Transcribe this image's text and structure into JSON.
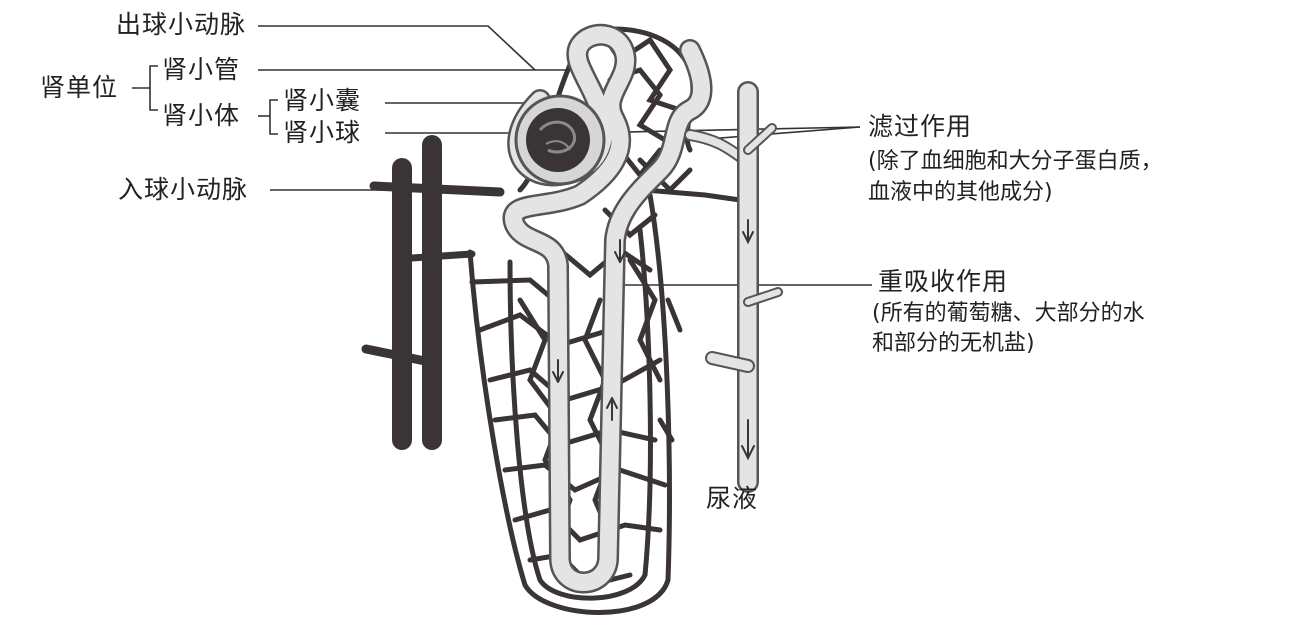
{
  "labels": {
    "efferent_arteriole": "出球小动脉",
    "nephron": "肾单位",
    "renal_tubule": "肾小管",
    "renal_corpuscle": "肾小体",
    "bowmans_capsule": "肾小囊",
    "glomerulus": "肾小球",
    "afferent_arteriole": "入球小动脉",
    "urine": "尿液"
  },
  "processes": {
    "filtration": {
      "title": "滤过作用",
      "line1": "(除了血细胞和大分子蛋白质，",
      "line2": "血液中的其他成分)"
    },
    "reabsorption": {
      "title": "重吸收作用",
      "line1": "(所有的葡萄糖、大部分的水",
      "line2": "和部分的无机盐)"
    }
  },
  "colors": {
    "vessel": "#3a3434",
    "tubule_fill": "#e4e4e4",
    "tubule_stroke": "#555555",
    "leader": "#333333",
    "text": "#222222"
  }
}
